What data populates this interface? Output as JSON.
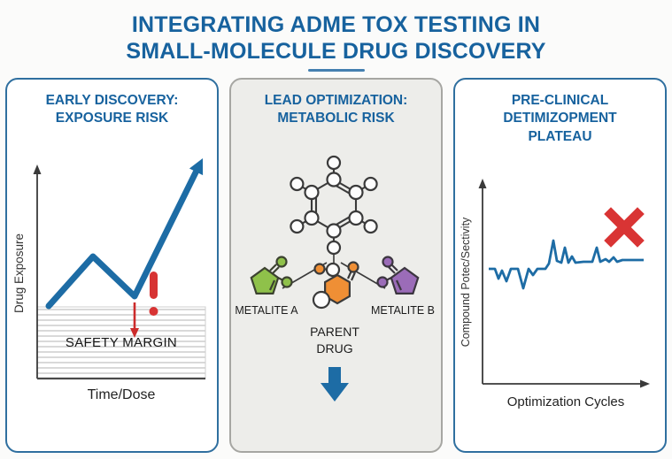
{
  "title": {
    "line1": "INTEGRATING ADME TOX TESTING IN",
    "line2": "SMALL-MOLECULE DRUG DISCOVERY"
  },
  "panels": {
    "early_discovery": {
      "heading1": "EARLY DISCOVERY:",
      "heading2": "EXPOSURE RISK",
      "ylabel": "Drug Exposure",
      "xlabel": "Time/Dose",
      "zone_label": "SAFETY MARGIN",
      "warning_glyph": "!"
    },
    "lead_optimization": {
      "heading1": "LEAD OPTIMIZATION:",
      "heading2": "METABOLIC RISK",
      "metabolite_a": "METALITE A",
      "metabolite_b": "METALITE B",
      "parent1": "PARENT",
      "parent2": "DRUG"
    },
    "preclinical": {
      "heading1": "PRE-CLINICAL",
      "heading2": "DETIMIZOPMENT",
      "heading3": "PLATEAU",
      "ylabel": "Compound Potec/Sectivity",
      "xlabel": "Optimization Cycles"
    }
  },
  "colors": {
    "heading_blue": "#17629e",
    "line_blue": "#1d6ca5",
    "alert_red": "#d73333",
    "metabolite_green": "#8fc14a",
    "parent_orange": "#ef8f35",
    "metabolite_purple": "#9b6cb8",
    "panel_border_blue": "#2f6f9f",
    "panel_gray_bg": "#ededea"
  },
  "chart_data": [
    {
      "type": "line",
      "title": "Early Discovery: Exposure Risk",
      "xlabel": "Time/Dose",
      "ylabel": "Drug Exposure",
      "x": [
        0,
        1,
        2,
        3.4
      ],
      "values": [
        1.0,
        2.4,
        1.5,
        4.7
      ],
      "shape": "rises to a peak, dips, then steep rise ending in an arrowhead",
      "annotations": [
        {
          "type": "hatched-band",
          "label": "SAFETY MARGIN",
          "position": "bottom of plot",
          "y_range": [
            0,
            0.9
          ]
        },
        {
          "type": "arrow-down",
          "color": "#d73333",
          "x": 2,
          "note": "points from dip into safety margin"
        },
        {
          "type": "exclamation-mark",
          "color": "#d73333",
          "x": 2.3
        }
      ],
      "axis_ticks": "none",
      "grid": false,
      "legend": "none"
    },
    {
      "type": "line",
      "title": "Pre-Clinical Plateau",
      "xlabel": "Optimization Cycles",
      "ylabel": "Compound Potec/Sectivity",
      "values": [
        5.0,
        5.0,
        4.5,
        4.9,
        4.3,
        5.0,
        5.0,
        3.9,
        5.0,
        4.7,
        5.0,
        5.0,
        5.3,
        6.6,
        5.2,
        5.1,
        5.9,
        5.1,
        5.4,
        5.1,
        5.15,
        5.15,
        5.75,
        5.15,
        5.3,
        5.15,
        5.35,
        5.15,
        5.2,
        5.2
      ],
      "shape": "noisy start, sharp spike, then flat plateau",
      "annotations": [
        {
          "type": "x-mark",
          "color": "#d93434",
          "position": "upper right"
        }
      ],
      "axis_ticks": "none",
      "grid": false,
      "legend": "none"
    }
  ]
}
